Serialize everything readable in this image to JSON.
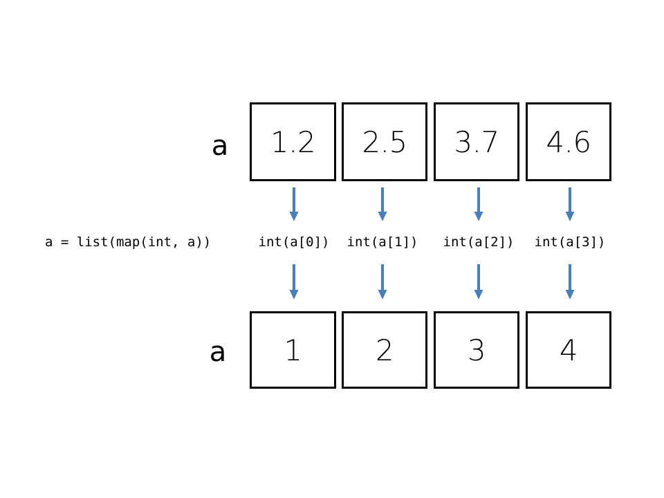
{
  "diagram": {
    "title": "Python list map int conversion diagram",
    "background_color": "#ffffff",
    "box_border_color": "#000000",
    "arrow_color": "#4A7EBB",
    "text_color": "#000000"
  },
  "top_row": {
    "var_label": "a",
    "cells": [
      {
        "value": "1.2"
      },
      {
        "value": "2.5"
      },
      {
        "value": "3.7"
      },
      {
        "value": "4.6"
      }
    ]
  },
  "bottom_row": {
    "var_label": "a",
    "cells": [
      {
        "value": "1"
      },
      {
        "value": "2"
      },
      {
        "value": "3"
      },
      {
        "value": "4"
      }
    ]
  },
  "code": {
    "statement": "a = list(map(int, a))",
    "operations": [
      "int(a[0])",
      "int(a[1])",
      "int(a[2])",
      "int(a[3])"
    ]
  },
  "arrows": {
    "upper_count": 4,
    "lower_count": 4,
    "direction": "down",
    "color": "#4A7EBB"
  }
}
